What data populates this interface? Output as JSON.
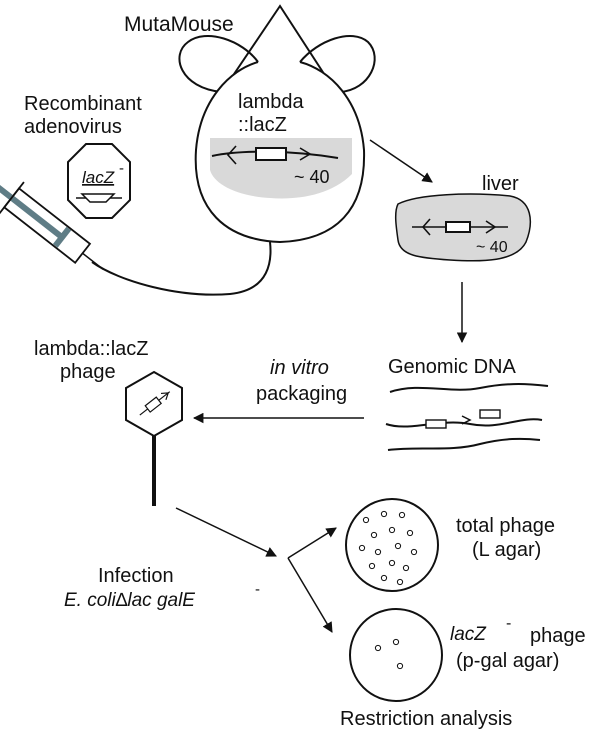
{
  "labels": {
    "mutamouse": "MutaMouse",
    "recombinant_1": "Recombinant",
    "recombinant_2": "adenovirus",
    "lacz_minus": "lacZ",
    "minus_sign": "-",
    "lambda_1": "lambda",
    "lambda_2": "::lacZ",
    "copies_mouse": "~ 40",
    "liver": "liver",
    "copies_liver": "~ 40",
    "genomic_dna": "Genomic DNA",
    "phage_1": "lambda::lacZ",
    "phage_2": "phage",
    "in_vitro": "in vitro",
    "packaging": "packaging",
    "infection": "Infection",
    "ecoli_1": "E. coli",
    "ecoli_2": "∆",
    "ecoli_3": "lac galE",
    "ecoli_minus": "-",
    "total_phage_1": "total phage",
    "total_phage_2": "(L agar)",
    "lacz_phage_1": "lacZ",
    "lacz_phage_minus": "-",
    "lacz_phage_2": "phage",
    "lacz_phage_3": "(p-gal agar)",
    "restriction": "Restriction analysis"
  },
  "colors": {
    "ink": "#111111",
    "tissue_fill": "#d9d9d9",
    "syringe_plunger": "#5f7d86"
  },
  "plates": {
    "total_phage_plaque_count": 15,
    "lacz_phage_plaque_count": 3
  }
}
